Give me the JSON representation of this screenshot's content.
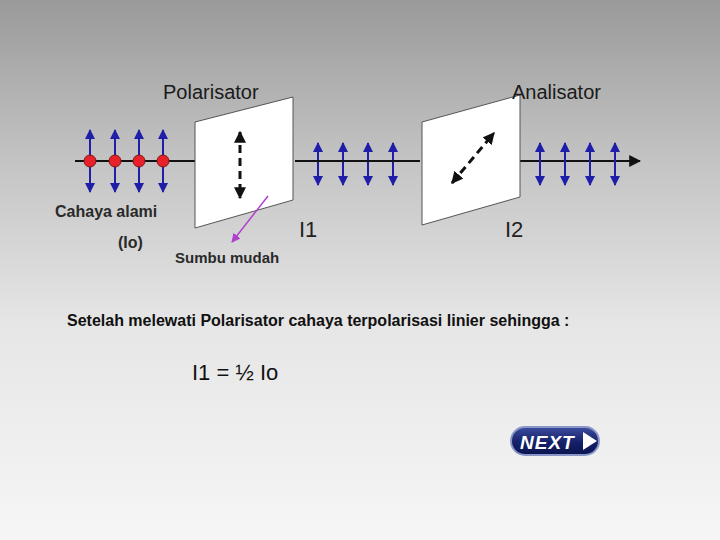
{
  "diagram": {
    "nodes": [
      {
        "text": [
          "Polarisator"
        ]
      },
      {
        "text": [
          "Analisator"
        ]
      },
      {
        "text": [
          "NEXT"
        ]
      }
    ],
    "edges": [
      {
        "from": 0,
        "to": 1,
        "arrow": "none"
      }
    ],
    "labels": [
      "Cahaya alami",
      "(Io)",
      "Sumbu mudah",
      "I1",
      "I2",
      "Setelah melewati Polarisator cahaya terpolarisasi linier sehingga :",
      "I1 = ½ Io"
    ]
  }
}
